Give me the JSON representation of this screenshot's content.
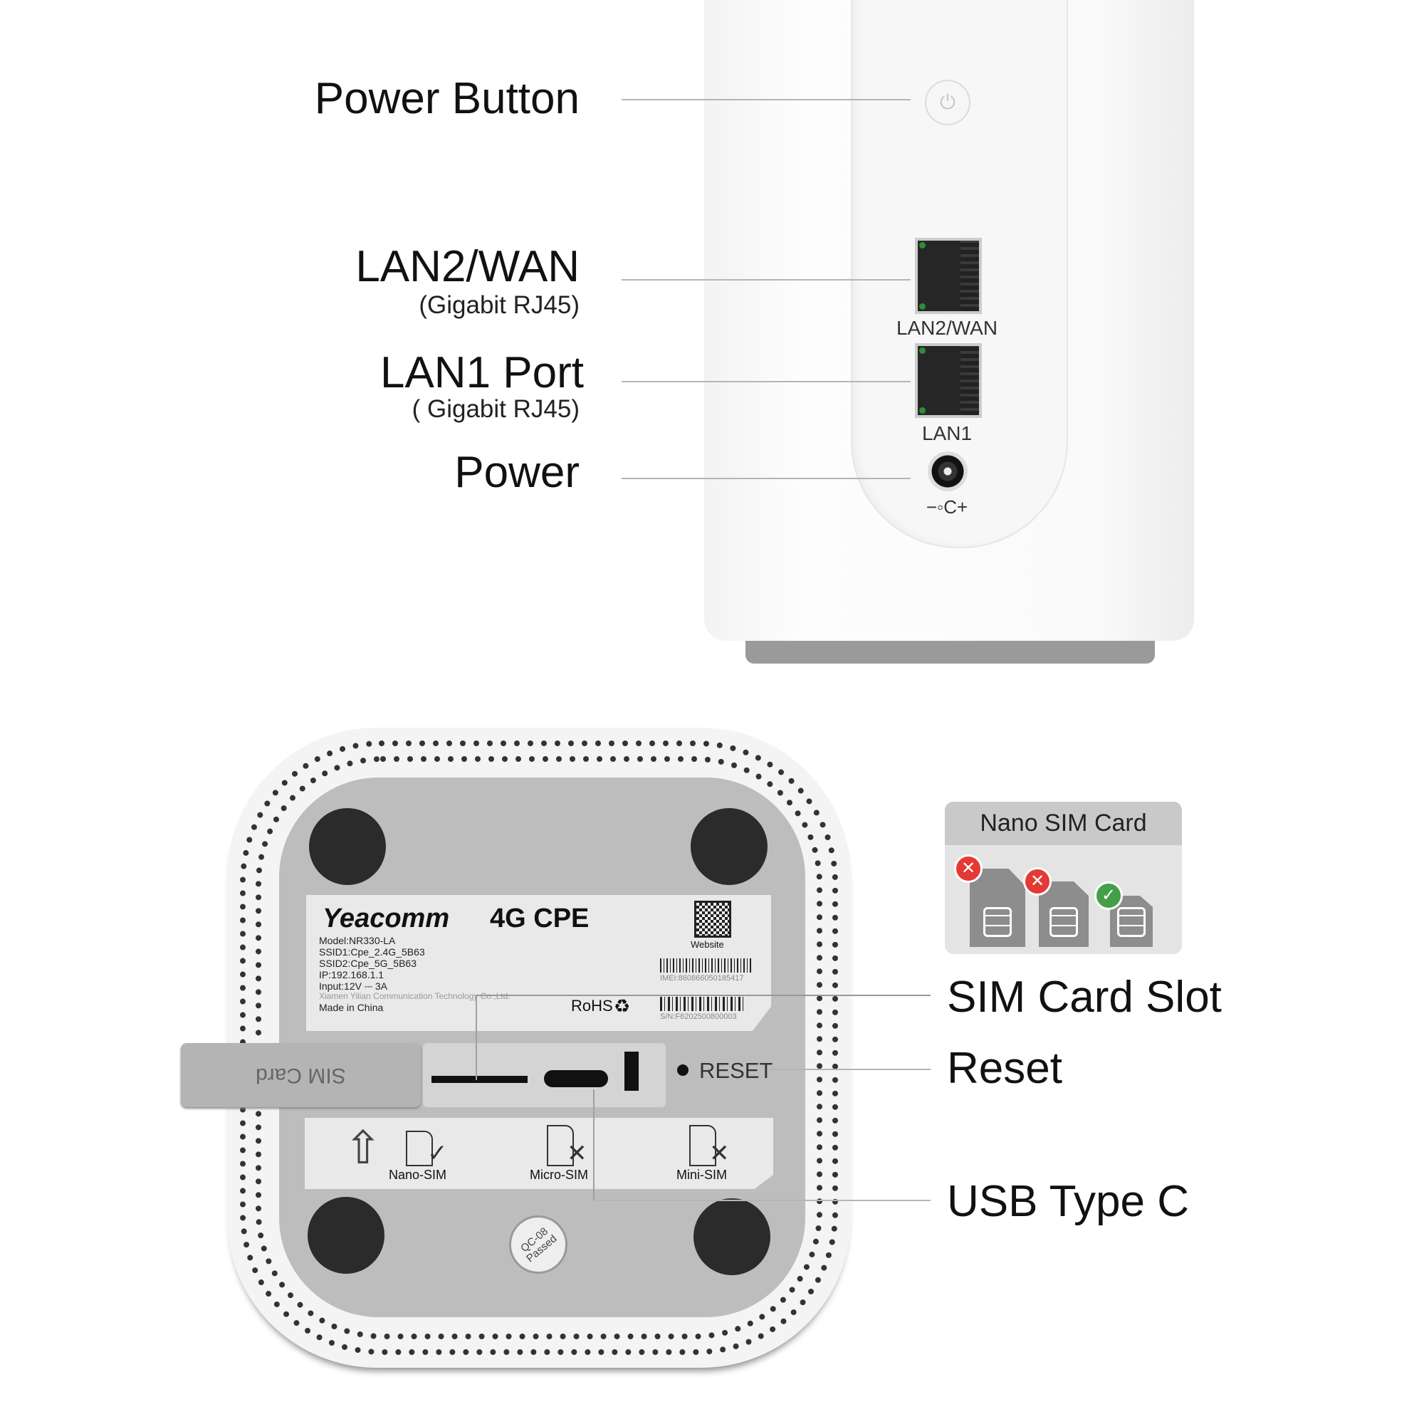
{
  "callouts": {
    "power_button": "Power Button",
    "lan2_wan": "LAN2/WAN",
    "lan2_wan_sub": "(Gigabit RJ45)",
    "lan1": "LAN1 Port",
    "lan1_sub": "( Gigabit RJ45)",
    "power": "Power",
    "sim_slot": "SIM Card Slot",
    "reset": "Reset",
    "usb": "USB Type C"
  },
  "device_back": {
    "port1_label": "LAN2/WAN",
    "port2_label": "LAN1",
    "dc_symbol": "−◦C+"
  },
  "bottom_label": {
    "brand": "Yeacomm",
    "product": "4G CPE",
    "lines": [
      "Model:NR330-LA",
      "SSID1:Cpe_2.4G_5B63",
      "SSID2:Cpe_5G_5B63",
      "IP:192.168.1.1",
      "Input:12V ⎓ 3A",
      "Xiamen Yilian Communication Technology Co.,Ltd.",
      "Made in China"
    ],
    "qr_caption": "Website",
    "rohs": "RoHS",
    "imei": "IMEI:860866050185417",
    "sn": "S/N:F6202500800003"
  },
  "slot": {
    "tab_label": "SIM Card",
    "reset_label": "RESET"
  },
  "sim_sticker": {
    "types": [
      "Nano-SIM",
      "Micro-SIM",
      "Mini-SIM"
    ]
  },
  "seal": {
    "line1": "QC-08",
    "line2": "Passed"
  },
  "sim_panel": {
    "title": "Nano SIM Card",
    "status": [
      "invalid",
      "invalid",
      "valid"
    ],
    "colors": {
      "invalid": "#e53935",
      "valid": "#43a047"
    }
  }
}
